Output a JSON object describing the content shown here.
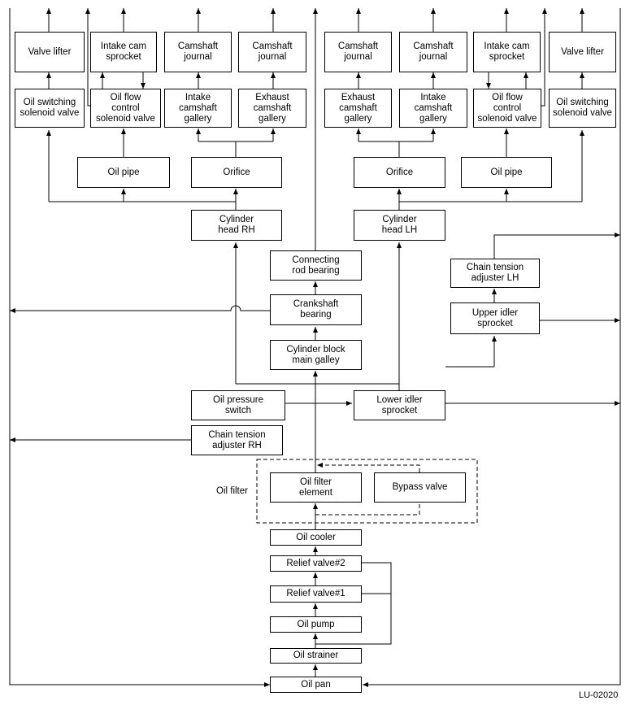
{
  "figure_id": "LU-02020",
  "labels": {
    "oil_filter": "Oil filter"
  },
  "boxes": {
    "valve_lifter_rh": "Valve lifter",
    "intake_cam_sprocket_rh": "Intake cam\nsprocket",
    "camshaft_journal_rh1": "Camshaft\njournal",
    "camshaft_journal_rh2": "Camshaft\njournal",
    "camshaft_journal_lh1": "Camshaft\njournal",
    "camshaft_journal_lh2": "Camshaft\njournal",
    "intake_cam_sprocket_lh": "Intake cam\nsprocket",
    "valve_lifter_lh": "Valve lifter",
    "oil_switching_solenoid_rh": "Oil switching\nsolenoid valve",
    "oil_flow_control_rh": "Oil flow\ncontrol\nsolenoid valve",
    "intake_camshaft_gallery_rh": "Intake\ncamshaft\ngallery",
    "exhaust_camshaft_gallery_rh": "Exhaust\ncamshaft\ngallery",
    "exhaust_camshaft_gallery_lh": "Exhaust\ncamshaft\ngallery",
    "intake_camshaft_gallery_lh": "Intake\ncamshaft\ngallery",
    "oil_flow_control_lh": "Oil flow\ncontrol\nsolenoid valve",
    "oil_switching_solenoid_lh": "Oil switching\nsolenoid valve",
    "oil_pipe_rh": "Oil pipe",
    "orifice_rh": "Orifice",
    "orifice_lh": "Orifice",
    "oil_pipe_lh": "Oil pipe",
    "cylinder_head_rh": "Cylinder\nhead RH",
    "cylinder_head_lh": "Cylinder\nhead LH",
    "connecting_rod_bearing": "Connecting\nrod bearing",
    "crankshaft_bearing": "Crankshaft\nbearing",
    "cylinder_block_main_galley": "Cylinder block\nmain galley",
    "chain_tension_adjuster_lh": "Chain tension\nadjuster LH",
    "upper_idler_sprocket": "Upper idler\nsprocket",
    "oil_pressure_switch": "Oil pressure\nswitch",
    "lower_idler_sprocket": "Lower idler\nsprocket",
    "chain_tension_adjuster_rh": "Chain tension\nadjuster RH",
    "oil_filter_element": "Oil filter\nelement",
    "bypass_valve": "Bypass valve",
    "oil_cooler": "Oil cooler",
    "relief_valve_2": "Relief valve#2",
    "relief_valve_1": "Relief valve#1",
    "oil_pump": "Oil pump",
    "oil_strainer": "Oil strainer",
    "oil_pan": "Oil pan"
  }
}
